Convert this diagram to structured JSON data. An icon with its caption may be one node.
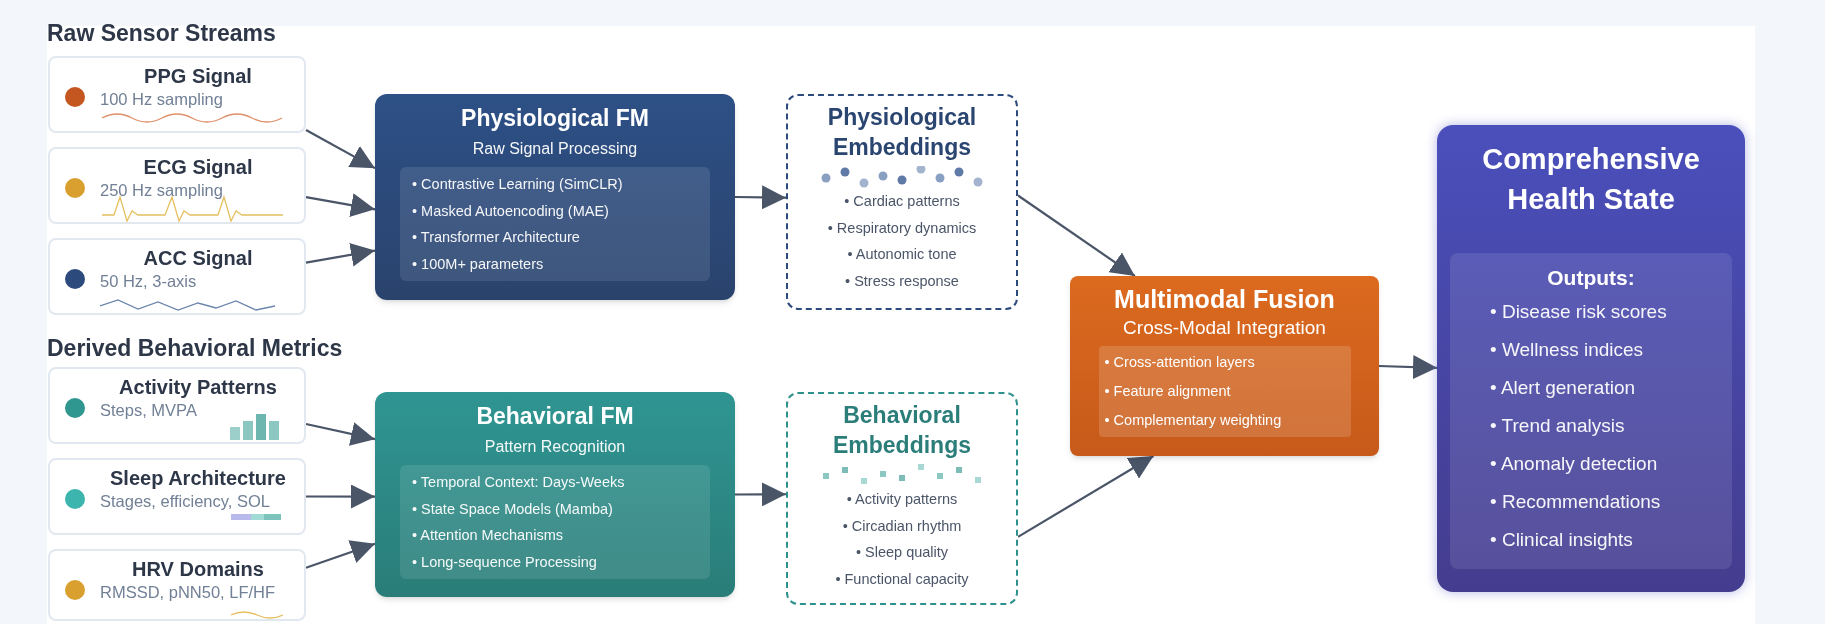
{
  "diagram": {
    "nodes": [
      {
        "text": [
          "PPG Signal",
          "100 Hz sampling"
        ]
      },
      {
        "text": [
          "ECG Signal",
          "250 Hz sampling"
        ]
      },
      {
        "text": [
          "ACC Signal",
          "50 Hz, 3-axis"
        ]
      },
      {
        "text": [
          "Activity Patterns",
          "Steps, MVPA"
        ]
      },
      {
        "text": [
          "Sleep Architecture",
          "Stages, efficiency, SOL"
        ]
      },
      {
        "text": [
          "HRV Domains",
          "RMSSD, pNN50, LF/HF"
        ]
      },
      {
        "text": [
          "Physiological FM",
          "Raw Signal Processing"
        ]
      },
      {
        "text": [
          "• Contrastive Learning (SimCLR)",
          "• Masked Autoencoding (MAE)",
          "• Transformer Architecture",
          "• 100M+ parameters"
        ],
        "in": 6
      },
      {
        "text": [
          "Physiological Embeddings",
          "• Cardiac patterns",
          "• Respiratory dynamics",
          "• Autonomic tone",
          "• Stress response"
        ]
      },
      {
        "text": [
          "Behavioral FM",
          "Pattern Recognition"
        ]
      },
      {
        "text": [
          "• Temporal Context: Days-Weeks",
          "• State Space Models (Mamba)",
          "• Attention Mechanisms",
          "• Long-sequence Processing"
        ],
        "in": 9
      },
      {
        "text": [
          "Behavioral Embeddings",
          "• Activity patterns",
          "• Circadian rhythm",
          "• Sleep quality",
          "• Functional capacity"
        ]
      },
      {
        "text": [
          "Multimodal Fusion",
          "Cross-Modal Integration"
        ]
      },
      {
        "text": [
          "• Cross-attention layers",
          "• Feature alignment",
          "• Complementary weighting"
        ],
        "in": 12
      },
      {
        "text": [
          "Comprehensive Health State"
        ]
      },
      {
        "text": [
          "Outputs:",
          "• Disease risk scores",
          "• Wellness indices",
          "• Alert generation",
          "• Trend analysis",
          "• Anomaly detection",
          "• Recommendations",
          "• Clinical insights"
        ],
        "in": 14
      }
    ],
    "edges": [
      {
        "from": 0,
        "to": 6,
        "arrow": "to"
      },
      {
        "from": 1,
        "to": 6,
        "arrow": "to"
      },
      {
        "from": 2,
        "to": 6,
        "arrow": "to"
      },
      {
        "from": 3,
        "to": 9,
        "arrow": "to"
      },
      {
        "from": 4,
        "to": 9,
        "arrow": "to"
      },
      {
        "from": 5,
        "to": 9,
        "arrow": "to"
      },
      {
        "from": 6,
        "to": 8,
        "arrow": "to"
      },
      {
        "from": 9,
        "to": 11,
        "arrow": "to"
      },
      {
        "from": 8,
        "to": 12,
        "arrow": "to"
      },
      {
        "from": 11,
        "to": 12,
        "arrow": "to"
      },
      {
        "from": 12,
        "to": 14,
        "arrow": "to"
      }
    ],
    "labels": [
      "Raw Sensor Streams",
      "Derived Behavioral Metrics"
    ]
  }
}
